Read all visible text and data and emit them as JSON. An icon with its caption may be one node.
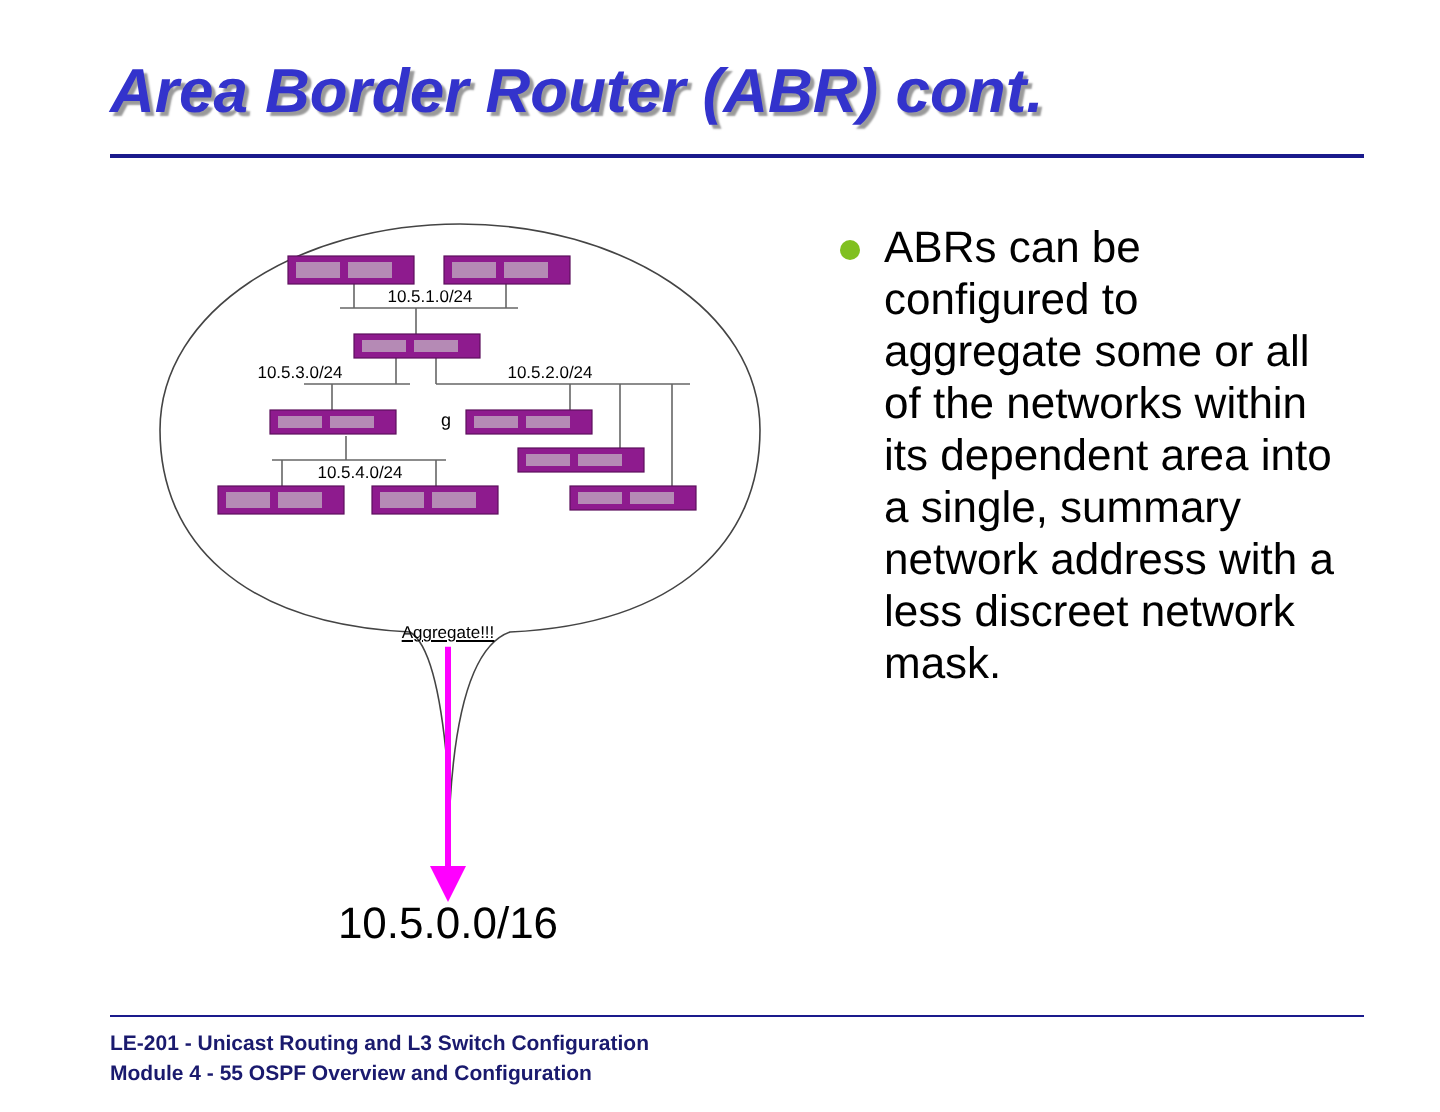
{
  "diagram": {
    "title": "Area Border Router (ABR) cont.",
    "nodes": [
      {
        "text": [
          "Aggregate!!!"
        ]
      },
      {
        "text": [
          "10.5.0.0/16"
        ]
      }
    ],
    "edges": [
      {
        "from": 0,
        "to": 1,
        "arrow": "to"
      }
    ],
    "labels": [
      "10.5.1.0/24",
      "10.5.3.0/24",
      "10.5.2.0/24",
      "g",
      "10.5.4.0/24",
      "ABRs can be configured to aggregate some or all of the networks within its dependent area into a single, summary network address with a less discreet network mask.",
      "LE-201 - Unicast Routing and L3 Switch Configuration",
      "Module 4 - 55  OSPF Overview and Configuration"
    ]
  }
}
